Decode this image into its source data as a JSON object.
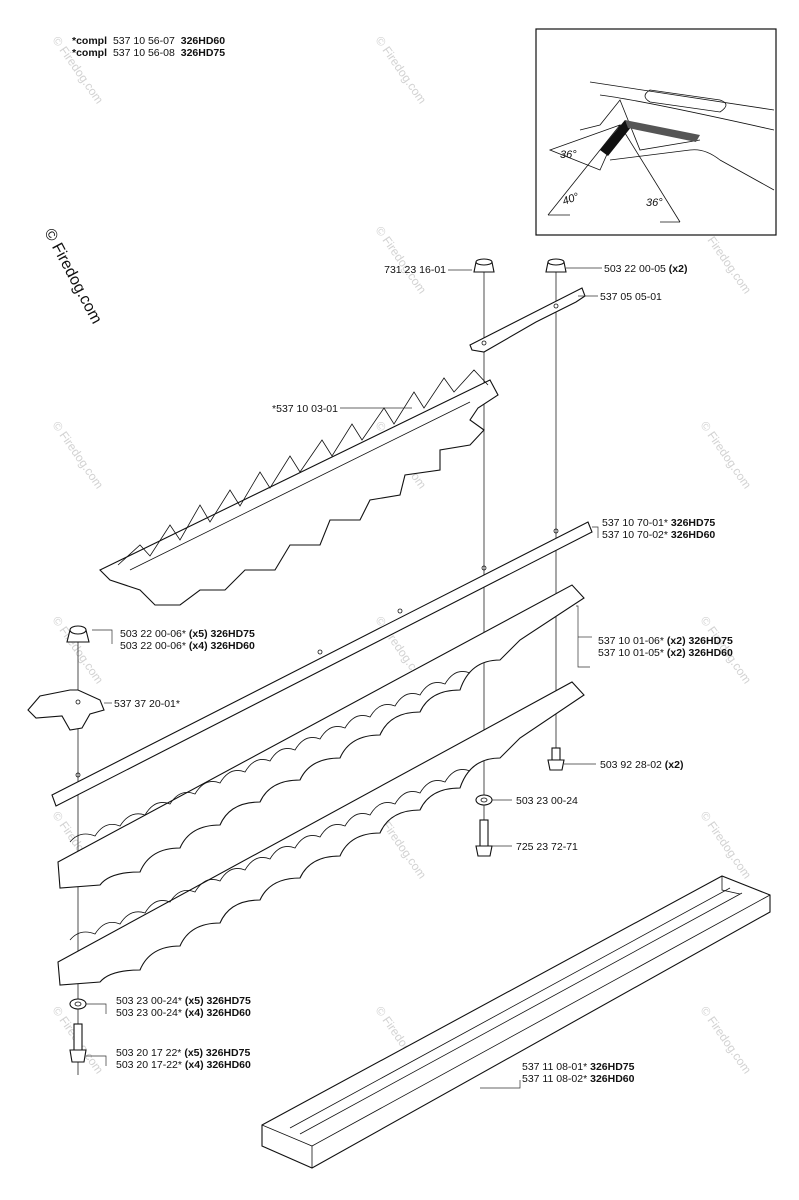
{
  "header": {
    "lines": [
      {
        "prefix": "*compl",
        "number": "537 10 56-07",
        "model": "326HD60"
      },
      {
        "prefix": "*compl",
        "number": "537 10 56-08",
        "model": "326HD75"
      }
    ]
  },
  "watermark": {
    "text": "© Firedog.com"
  },
  "inset": {
    "angles": [
      "36°",
      "40°",
      "36°"
    ]
  },
  "callouts": [
    {
      "id": "nut-731",
      "lines": [
        {
          "number": "731 23 16-01",
          "qty": "",
          "model": ""
        }
      ]
    },
    {
      "id": "nut-503-05",
      "lines": [
        {
          "number": "503 22 00-05",
          "qty": "(x2)",
          "model": ""
        }
      ]
    },
    {
      "id": "plate-537-05",
      "lines": [
        {
          "number": "537 05 05-01",
          "qty": "",
          "model": ""
        }
      ]
    },
    {
      "id": "guard-537-03",
      "lines": [
        {
          "number": "*537 10 03-01",
          "qty": "",
          "model": ""
        }
      ]
    },
    {
      "id": "bar-537-70",
      "lines": [
        {
          "number": "537 10 70-01*",
          "qty": "",
          "model": "326HD75"
        },
        {
          "number": "537 10 70-02*",
          "qty": "",
          "model": "326HD60"
        }
      ]
    },
    {
      "id": "nut-503-06",
      "lines": [
        {
          "number": "503 22 00-06*",
          "qty": "(x5)",
          "model": "326HD75"
        },
        {
          "number": "503 22 00-06*",
          "qty": "(x4)",
          "model": "326HD60"
        }
      ]
    },
    {
      "id": "blade-537-01",
      "lines": [
        {
          "number": "537 10 01-06*",
          "qty": "(x2)",
          "model": "326HD75"
        },
        {
          "number": "537 10 01-05*",
          "qty": "(x2)",
          "model": "326HD60"
        }
      ]
    },
    {
      "id": "guide-537-37",
      "lines": [
        {
          "number": "537 37 20-01*",
          "qty": "",
          "model": ""
        }
      ]
    },
    {
      "id": "screw-503-92",
      "lines": [
        {
          "number": "503 92 28-02",
          "qty": "(x2)",
          "model": ""
        }
      ]
    },
    {
      "id": "washer-503-23",
      "lines": [
        {
          "number": "503 23 00-24",
          "qty": "",
          "model": ""
        }
      ]
    },
    {
      "id": "screw-725",
      "lines": [
        {
          "number": "725 23 72-71",
          "qty": "",
          "model": ""
        }
      ]
    },
    {
      "id": "washer-503-23b",
      "lines": [
        {
          "number": "503 23 00-24*",
          "qty": "(x5)",
          "model": "326HD75"
        },
        {
          "number": "503 23 00-24*",
          "qty": "(x4)",
          "model": "326HD60"
        }
      ]
    },
    {
      "id": "screw-503-20",
      "lines": [
        {
          "number": "503 20 17 22*",
          "qty": "(x5)",
          "model": "326HD75"
        },
        {
          "number": "503 20 17-22*",
          "qty": "(x4)",
          "model": "326HD60"
        }
      ]
    },
    {
      "id": "cover-537-11",
      "lines": [
        {
          "number": "537 11 08-01*",
          "qty": "",
          "model": "326HD75"
        },
        {
          "number": "537 11 08-02*",
          "qty": "",
          "model": "326HD60"
        }
      ]
    }
  ]
}
